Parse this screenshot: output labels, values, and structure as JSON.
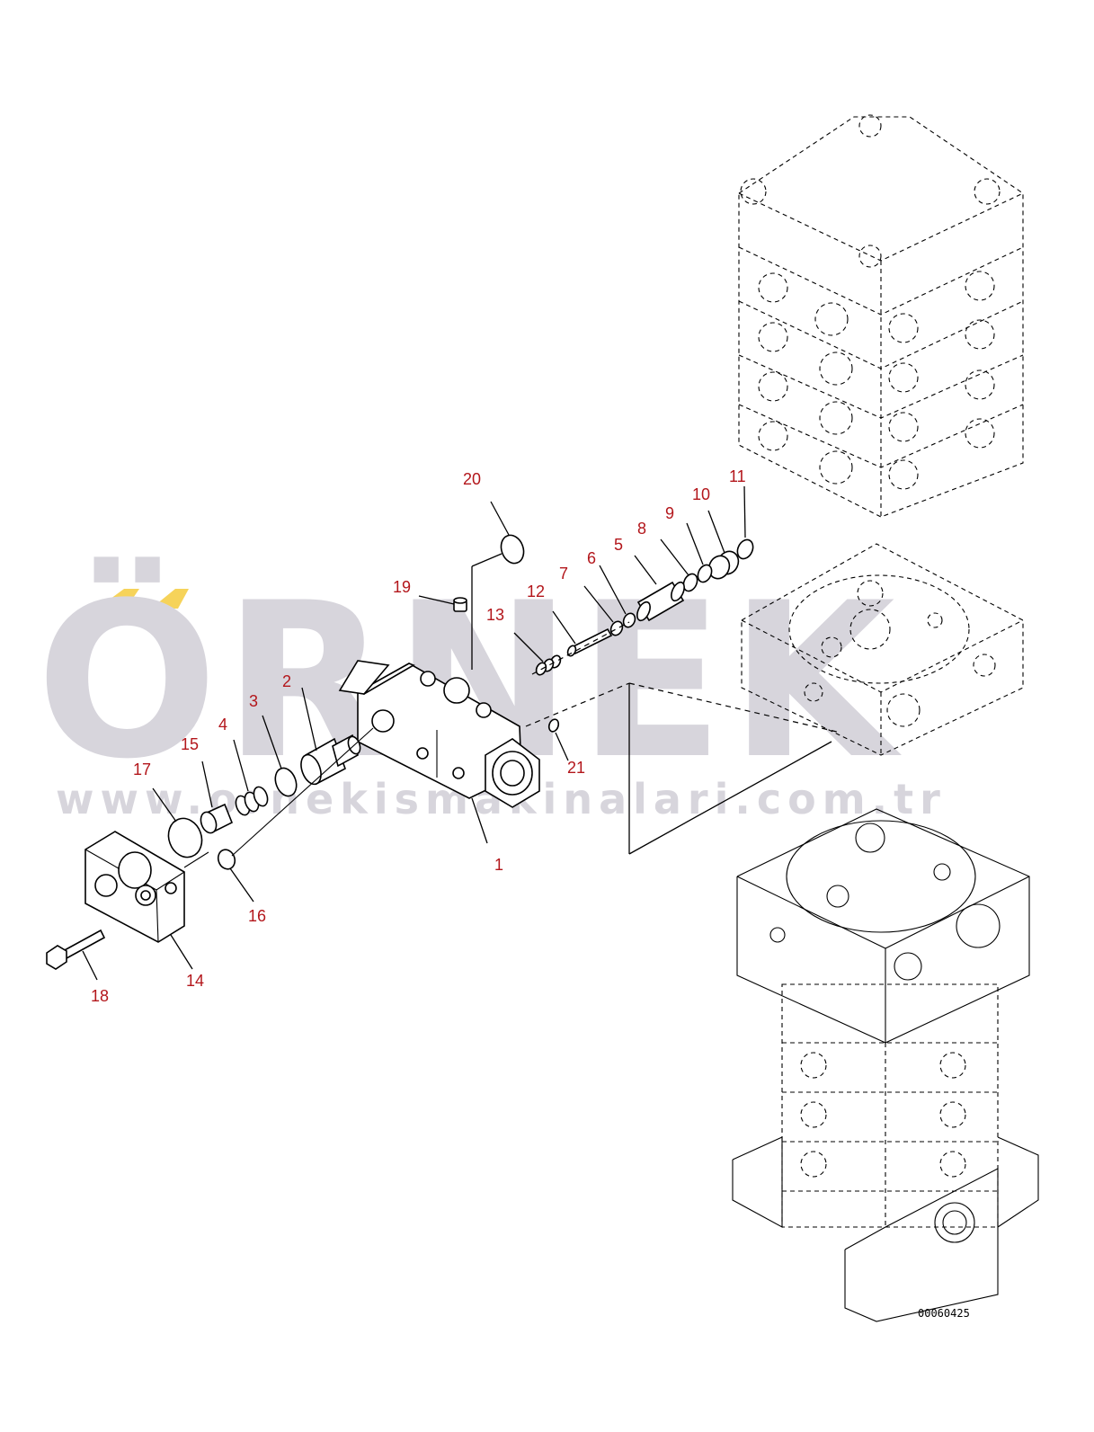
{
  "watermark": {
    "brand": "ÖRNEK",
    "url": "www.ornekismakinalari.com.tr",
    "accent_color": "#f6d35a",
    "text_color": "#d7d5dc"
  },
  "drawing_code": "00060425",
  "callouts": {
    "p1": "1",
    "p2": "2",
    "p3": "3",
    "p4": "4",
    "p5": "5",
    "p6": "6",
    "p7": "7",
    "p8": "8",
    "p9": "9",
    "p10": "10",
    "p11": "11",
    "p12": "12",
    "p13": "13",
    "p14": "14",
    "p15": "15",
    "p16": "16",
    "p17": "17",
    "p18": "18",
    "p19": "19",
    "p20": "20",
    "p21": "21"
  },
  "colors": {
    "callout": "#b3161b",
    "line": "#000000"
  }
}
